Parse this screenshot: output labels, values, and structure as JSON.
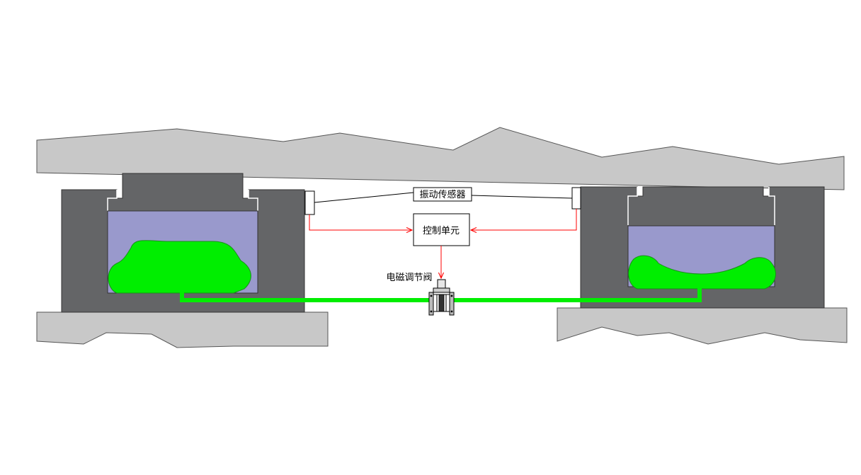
{
  "labels": {
    "vibration_sensor": "振动传感器",
    "control_unit": "控制单元",
    "solenoid_valve": "电磁调节阀"
  },
  "colors": {
    "background": "#ffffff",
    "deck": "#c8c8c8",
    "housing": "#646567",
    "fluid": "#9999cc",
    "gas_bladder": "#00ee00",
    "signal_line": "#ff0000",
    "wire": "#000000",
    "box_fill": "#ffffff"
  }
}
